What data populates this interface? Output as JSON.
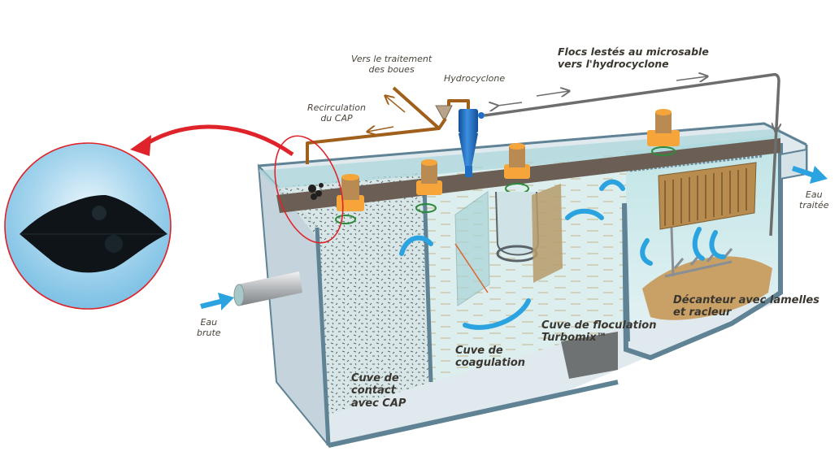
{
  "diagram": {
    "title": "Water treatment process with powdered activated carbon (CAP) and ballasted flocculation",
    "labels": {
      "sludge_treatment": "Vers le traitement\ndes boues",
      "hydrocyclone": "Hydrocyclone",
      "cap_recirculation": "Recirculation\ndu CAP",
      "ballasted_flocs": "Flocs lestés au microsable\nvers l'hydrocyclone",
      "treated_water": "Eau\ntraitée",
      "raw_water": "Eau\nbrute",
      "contact_tank": "Cuve de\ncontact\navec CAP",
      "coagulation_tank": "Cuve de\ncoagulation",
      "flocculation_tank": "Cuve de floculation\nTurbomix™",
      "settler": "Décanteur avec lamelles\net racleur"
    },
    "inset": {
      "subject": "powdered-activated-carbon-pile",
      "callout_target": "cap-dosing-point"
    },
    "colors": {
      "tank_wall": "#5f8394",
      "tank_glass": "#c9dde4",
      "water": "#a9d6da",
      "bridge": "#6b5f55",
      "motor_base": "#f5a53a",
      "motor_body": "#b98a52",
      "pipe_sludge": "#a0601c",
      "pipe_return": "#6d6d6d",
      "hydrocyclone": "#1f6fc4",
      "flow_arrow": "#2aa3e0",
      "mixer_swirl": "#2d8a3a",
      "callout_red": "#e0232a",
      "sludge_bed": "#c9a066",
      "lamella": "#b88b4e",
      "label_text": "#3a3630"
    }
  }
}
